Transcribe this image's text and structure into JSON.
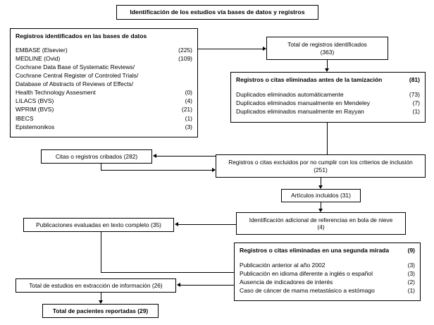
{
  "title_banner": "Identificación de los estudios vía bases de datos y registros",
  "db_box": {
    "header": "Registros identificados en las bases de datos",
    "rows": [
      {
        "label": "EMBASE (Elsevier)",
        "value": "(225)"
      },
      {
        "label": "MEDLINE (Ovid)",
        "value": "(109)"
      },
      {
        "label": "Cochrane Data Base of Systematic Reviews/",
        "value": ""
      },
      {
        "label": "Cochrane Central Register of Controled Trials/",
        "value": ""
      },
      {
        "label": "Database of Abstracts of Reviews of Effects/",
        "value": ""
      },
      {
        "label": "Health Technology Assesment",
        "value": "(0)"
      },
      {
        "label": "LILACS (BVS)",
        "value": "(4)"
      },
      {
        "label": "WPRIM (BVS)",
        "value": "(21)"
      },
      {
        "label": "IBECS",
        "value": "(1)"
      },
      {
        "label": "Epistemonikos",
        "value": "(3)"
      }
    ]
  },
  "total_records": {
    "line1": "Total de registros identificados",
    "line2": "(363)"
  },
  "removed_before": {
    "header": "Registros o citas eliminadas antes de la tamización",
    "header_value": "(81)",
    "rows": [
      {
        "label": "Duplicados eliminados automáticamente",
        "value": "(73)"
      },
      {
        "label": "Duplicados eliminados manualmente en Mendeley",
        "value": "(7)"
      },
      {
        "label": "Duplicados eliminados manualmente en Rayyan",
        "value": "(1)"
      }
    ]
  },
  "screened": "Citas o registros cribados   (282)",
  "excluded_criteria": {
    "line1": "Registros o citas excluidos por no cumplir con los criterios de inclusión",
    "line2": "(251)"
  },
  "articles_included": "Artículos incluidos   (31)",
  "snowball": {
    "line1": "Identificación adicional de referencias en bola de nieve",
    "line2": "(4)"
  },
  "fulltext": "Publicaciones evaluadas en texto completo   (35)",
  "second_look": {
    "header": "Registros o citas eliminadas en una segunda mirada",
    "header_value": "(9)",
    "rows": [
      {
        "label": "Publicación anterior al año 2002",
        "value": "(3)"
      },
      {
        "label": "Publicación en idioma diferente a inglés o español",
        "value": "(3)"
      },
      {
        "label": "Ausencia de indicadores de interés",
        "value": "(2)"
      },
      {
        "label": "Caso de cáncer de mama metastásico a estómago",
        "value": "(1)"
      }
    ]
  },
  "extraction": "Total de estudios en extracción de información   (26)",
  "total_patients": "Total de pacientes reportadas   (29)"
}
